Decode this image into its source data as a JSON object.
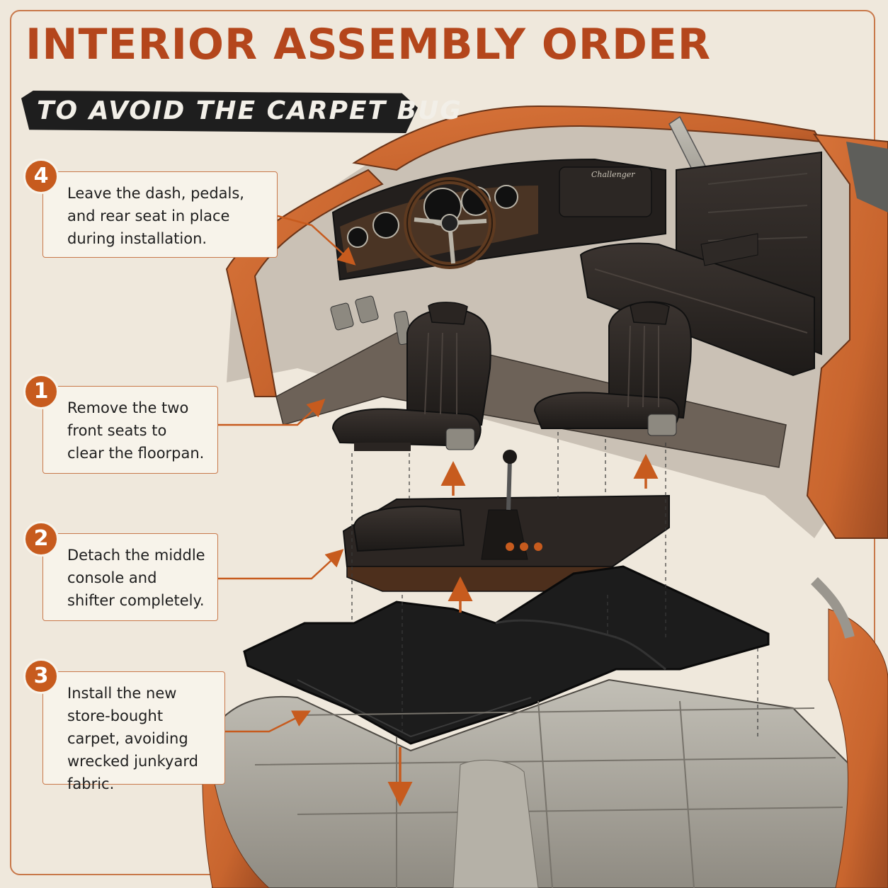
{
  "title": "INTERIOR ASSEMBLY ORDER",
  "subtitle": "TO AVOID THE CARPET BUG",
  "dash_script": "Challenger",
  "steps": [
    {
      "number": "4",
      "text": "Leave the dash, pedals, and rear seat in place during installation."
    },
    {
      "number": "1",
      "text": "Remove the two front seats to clear the floorpan."
    },
    {
      "number": "2",
      "text": "Detach the middle console and shifter completely."
    },
    {
      "number": "3",
      "text": "Install the new store-bought carpet, avoiding wrecked junkyard fabric."
    }
  ],
  "colors": {
    "accent": "#c75b1e",
    "title": "#b4461c",
    "body_rust": "#c8652e",
    "upholstery": "#2a2522",
    "carpet": "#1c1c1c",
    "floorpan": "#a7a39a",
    "background": "#efe8dc"
  }
}
